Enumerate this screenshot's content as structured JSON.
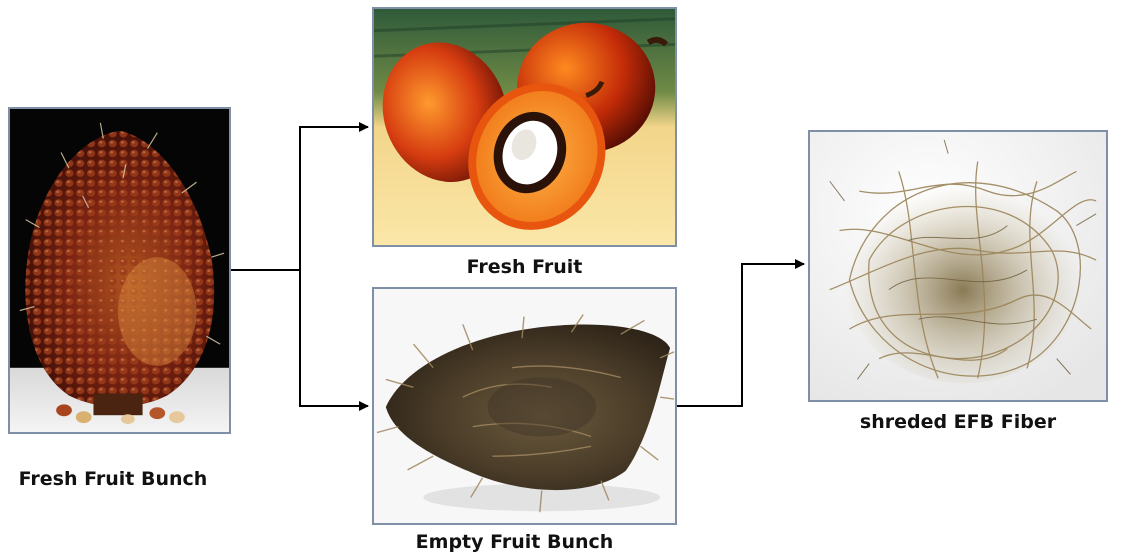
{
  "labels": {
    "fresh_fruit_bunch": "Fresh Fruit  Bunch",
    "fresh_fruit": "Fresh Fruit",
    "empty_fruit_bunch": "Empty Fruit Bunch",
    "shredded_fiber": "shreded EFB Fiber"
  },
  "colors": {
    "frame": "#7f8fa6",
    "arrow": "#000000"
  },
  "images": [
    {
      "name": "fresh-fruit-bunch-photo",
      "depicts": "oil palm fresh fruit bunch"
    },
    {
      "name": "fresh-fruit-photo",
      "depicts": "oil palm fruits, one cut in half"
    },
    {
      "name": "empty-fruit-bunch-photo",
      "depicts": "empty fruit bunch"
    },
    {
      "name": "shredded-fiber-photo",
      "depicts": "shredded EFB fiber"
    }
  ]
}
